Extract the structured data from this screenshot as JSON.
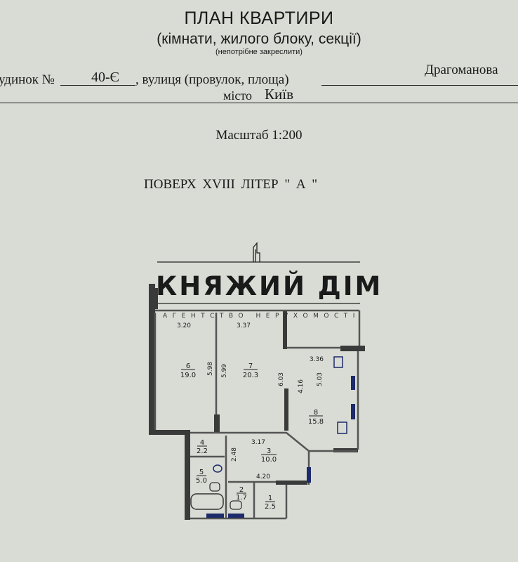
{
  "header": {
    "title": "ПЛАН КВАРТИРИ",
    "subtitle": "(кімнати, жилого блоку, секції)",
    "note": "(непотрібне закреслити)"
  },
  "address": {
    "building_label": "удинок №",
    "building_number": "40-Є",
    "street_label": ", вулиця (провулок, площа)",
    "street_value": "Драгоманова",
    "city_label": "місто",
    "city_value": "Київ"
  },
  "scale": "Масштаб 1:200",
  "floor": "ПОВЕРХ  XVIII   ЛІТЕР \" А \"",
  "stamp": {
    "brand": "КНЯЖИЙ ДІМ",
    "tagline": "АГЕНТСТВО НЕРУХОМОСТІ"
  },
  "plan": {
    "rooms": [
      {
        "number": "1",
        "area": "2.5"
      },
      {
        "number": "2",
        "area": "1.7"
      },
      {
        "number": "3",
        "area": "10.0"
      },
      {
        "number": "4",
        "area": "2.2"
      },
      {
        "number": "5",
        "area": "5.0"
      },
      {
        "number": "6",
        "area": "19.0"
      },
      {
        "number": "7",
        "area": "20.3"
      },
      {
        "number": "8",
        "area": "15.8"
      }
    ],
    "dimensions": {
      "r6_width": "3.20",
      "r6_length": "5.98",
      "r7_width": "3.37",
      "r7_length_left": "5.99",
      "r7_length_right": "6.03",
      "r8_width": "3.36",
      "r8_length_a": "4.16",
      "r8_length_b": "5.03",
      "r3_width": "3.17",
      "r3_length": "2.48",
      "hall_width": "4.20"
    }
  }
}
